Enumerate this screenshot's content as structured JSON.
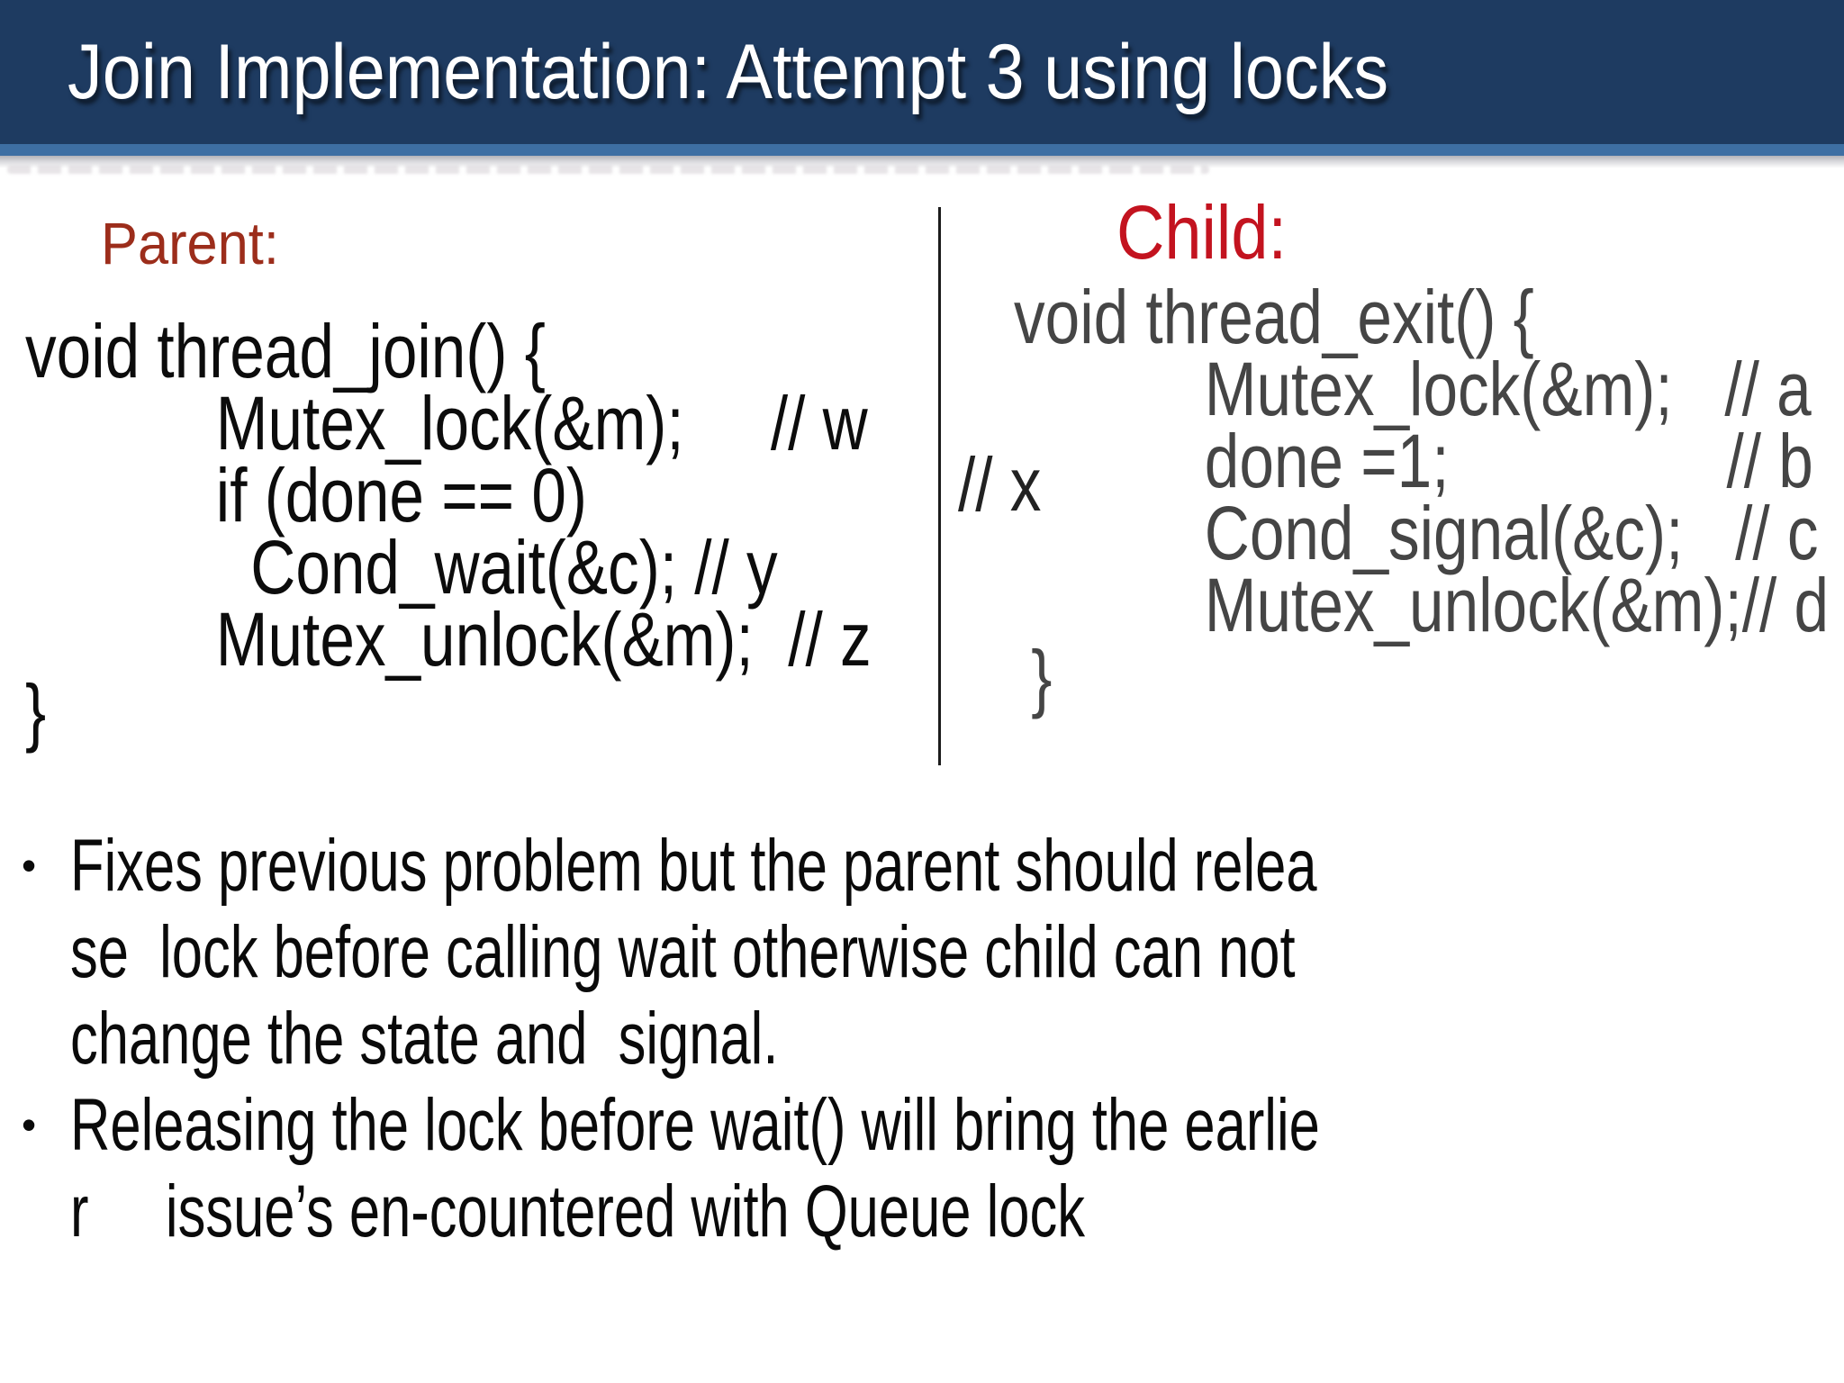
{
  "header": {
    "title": "Join Implementation: Attempt 3 using locks"
  },
  "columns": {
    "parent": {
      "label": "Parent:",
      "code": "void thread_join() {\n           Mutex_lock(&m);     // w\n           if (done == 0)\n             Cond_wait(&c); // y\n           Mutex_unlock(&m);  // z\n}"
    },
    "child": {
      "label": "Child:",
      "code": "void thread_exit() {\n           Mutex_lock(&m);   // a\n           done =1;                // b\n           Cond_signal(&c);   // c\n           Mutex_unlock(&m);// d\n }"
    },
    "floating_comment": "// x"
  },
  "bullets": {
    "marker": "•",
    "items": [
      {
        "text": "Fixes previous problem but the parent should relea\nse  lock before calling wait otherwise child can not\nchange the state and  signal."
      },
      {
        "text": "Releasing the lock before wait() will bring the earlie\nr     issue’s en-countered with Queue lock"
      }
    ]
  },
  "colors": {
    "header_bg": "#1e3b61",
    "header_accent": "#3e6fa3",
    "title_color": "#ffffff",
    "parent_label": "#9c2d1b",
    "child_label": "#c3131f",
    "parent_code": "#0c0c0c",
    "child_code": "#454545",
    "comment_x": "#222222",
    "bullet_text": "#0a0a0a",
    "divider": "#1c1c1c"
  }
}
